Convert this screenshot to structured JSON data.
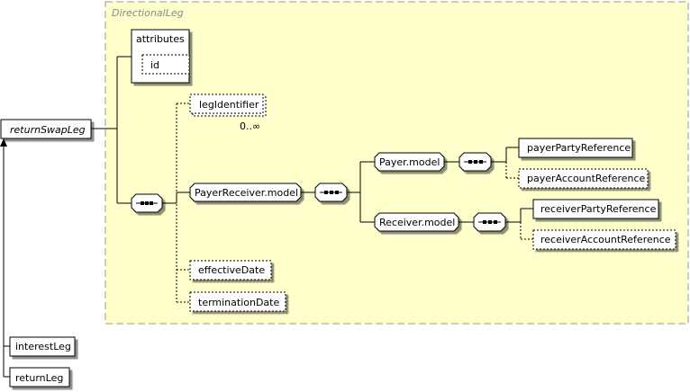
{
  "group": {
    "label": "DirectionalLeg"
  },
  "attributes": {
    "label": "attributes",
    "items": [
      "id"
    ]
  },
  "root": {
    "label": "returnSwapLeg"
  },
  "elements": {
    "legIdentifier": {
      "label": "legIdentifier",
      "cardinality": "0..∞"
    },
    "payerReceiverModel": {
      "label": "PayerReceiver.model"
    },
    "payerModel": {
      "label": "Payer.model"
    },
    "receiverModel": {
      "label": "Receiver.model"
    },
    "payerPartyReference": {
      "label": "payerPartyReference"
    },
    "payerAccountReference": {
      "label": "payerAccountReference"
    },
    "receiverPartyReference": {
      "label": "receiverPartyReference"
    },
    "receiverAccountReference": {
      "label": "receiverAccountReference"
    },
    "effectiveDate": {
      "label": "effectiveDate"
    },
    "terminationDate": {
      "label": "terminationDate"
    }
  },
  "substitutions": [
    {
      "label": "interestLeg"
    },
    {
      "label": "returnLeg"
    }
  ],
  "colors": {
    "group_fill": "#ffffcc",
    "group_border": "#999999",
    "box_fill": "#ffffff",
    "stroke": "#000000"
  }
}
